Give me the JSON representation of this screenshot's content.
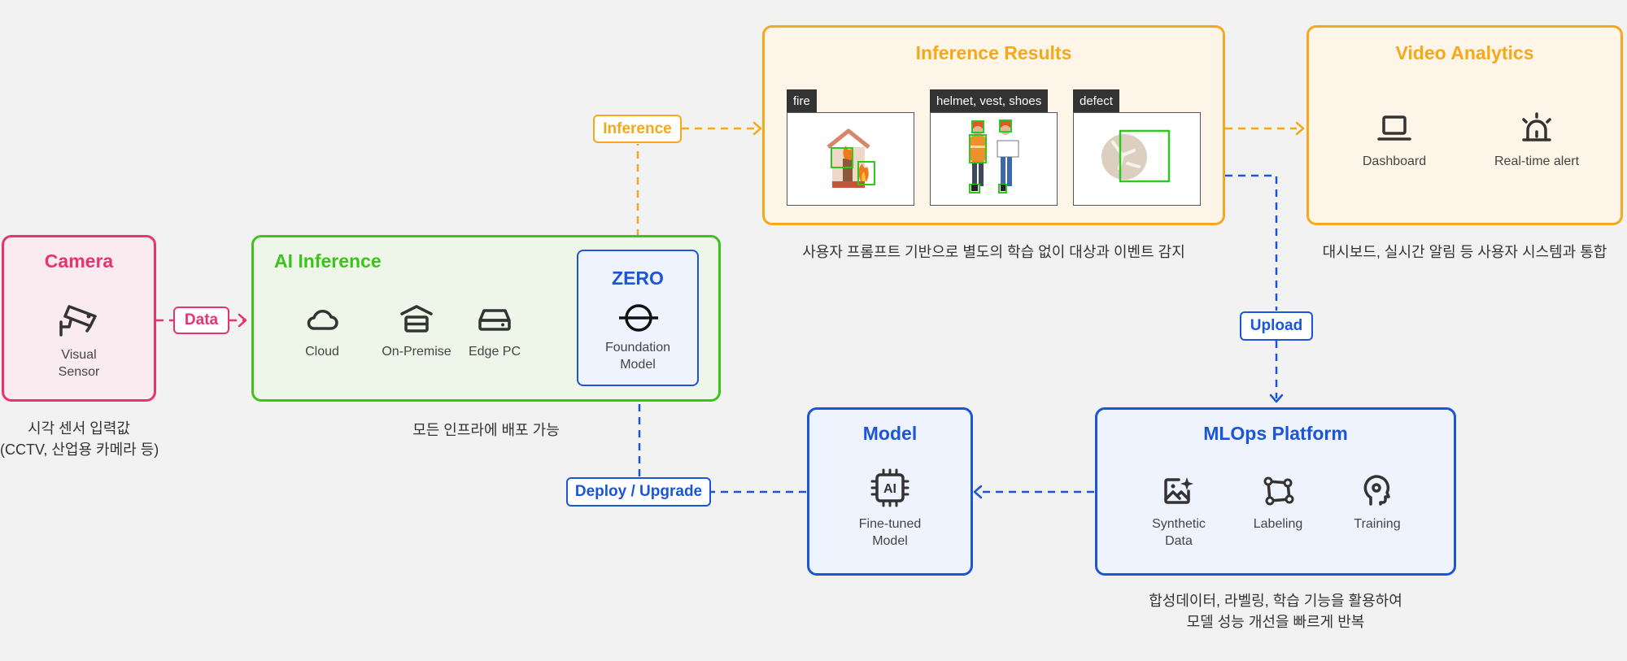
{
  "colors": {
    "pink": "#e8336e",
    "green": "#3ec21c",
    "orange": "#f5a81c",
    "blue": "#1a56d6"
  },
  "camera": {
    "title": "Camera",
    "icon": "cctv-camera-icon",
    "item_label_line1": "Visual",
    "item_label_line2": "Sensor",
    "caption_line1": "시각 센서 입력값",
    "caption_line2": "(CCTV, 산업용 카메라 등)"
  },
  "data_connector": {
    "label": "Data"
  },
  "ai_inference": {
    "title": "AI Inference",
    "items": [
      {
        "label": "Cloud",
        "icon": "cloud-icon"
      },
      {
        "label": "On-Premise",
        "icon": "warehouse-icon"
      },
      {
        "label": "Edge PC",
        "icon": "hard-drive-icon"
      }
    ],
    "caption": "모든 인프라에 배포 가능"
  },
  "zero": {
    "title": "ZERO",
    "icon": "zero-logo-icon",
    "label_line1": "Foundation",
    "label_line2": "Model"
  },
  "inference_connector": {
    "label": "Inference"
  },
  "inference_results": {
    "title": "Inference Results",
    "thumbnails": [
      {
        "tag": "fire"
      },
      {
        "tag": "helmet, vest, shoes"
      },
      {
        "tag": "defect"
      }
    ],
    "caption": "사용자 프롬프트 기반으로 별도의 학습 없이 대상과 이벤트 감지"
  },
  "video_analytics": {
    "title": "Video Analytics",
    "items": [
      {
        "label": "Dashboard",
        "icon": "laptop-icon"
      },
      {
        "label": "Real-time alert",
        "icon": "siren-icon"
      }
    ],
    "caption": "대시보드, 실시간 알림 등 사용자 시스템과 통합"
  },
  "upload_connector": {
    "label": "Upload"
  },
  "mlops": {
    "title": "MLOps Platform",
    "items": [
      {
        "label_line1": "Synthetic",
        "label_line2": "Data",
        "icon": "sparkle-image-icon"
      },
      {
        "label_line1": "Labeling",
        "label_line2": "",
        "icon": "polygon-label-icon"
      },
      {
        "label_line1": "Training",
        "label_line2": "",
        "icon": "brain-gear-icon"
      }
    ],
    "caption_line1": "합성데이터, 라벨링, 학습 기능을 활용하여",
    "caption_line2": "모델 성능 개선을 빠르게 반복"
  },
  "model": {
    "title": "Model",
    "icon": "ai-chip-icon",
    "chip_text": "AI",
    "label_line1": "Fine-tuned",
    "label_line2": "Model"
  },
  "deploy_connector": {
    "label": "Deploy / Upgrade"
  }
}
